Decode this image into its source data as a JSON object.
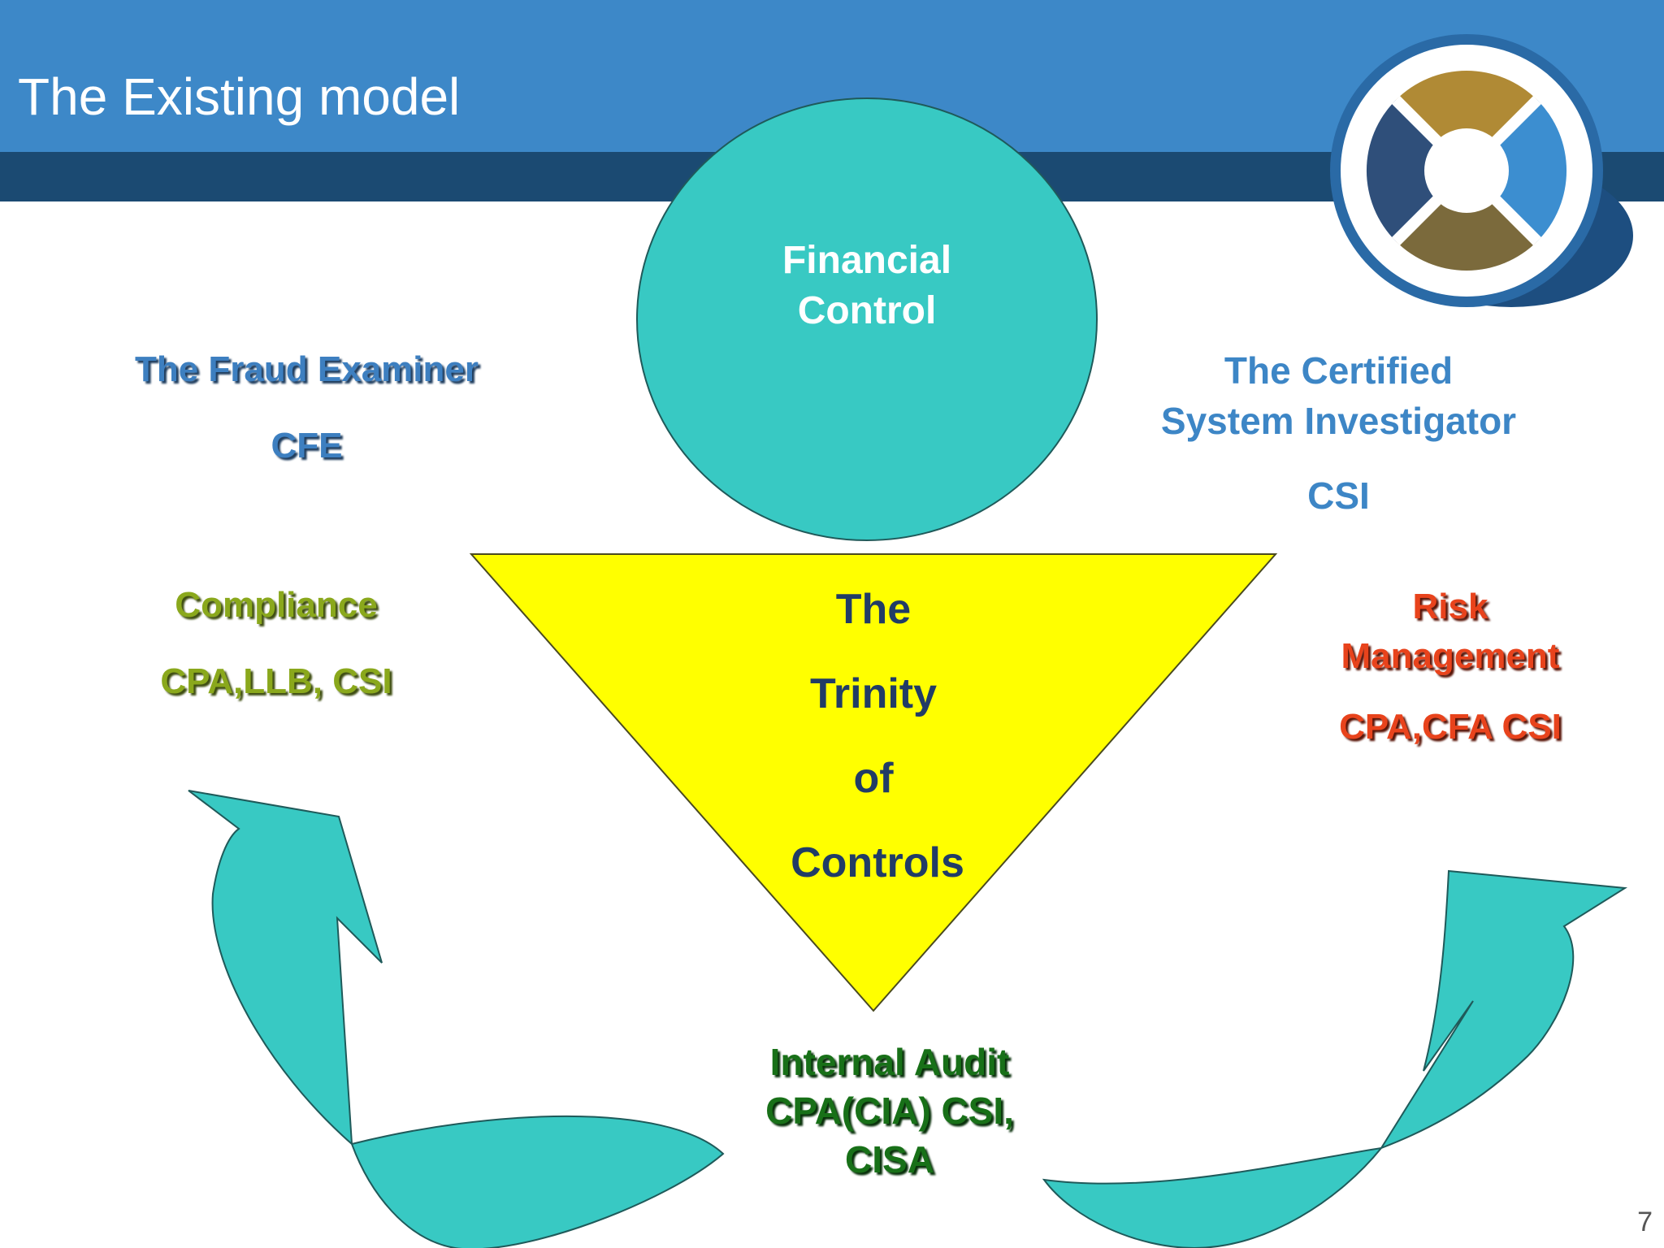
{
  "slide": {
    "title": "The Existing model",
    "page_number": "7"
  },
  "center": {
    "circle_line1": "Financial",
    "circle_line2": "Control",
    "triangle_line1": "The",
    "triangle_line2": "Trinity",
    "triangle_line3": "of",
    "triangle_line4": "Controls"
  },
  "fraud": {
    "line1": "The Fraud Examiner",
    "line2": "CFE"
  },
  "csi": {
    "line1": "The Certified",
    "line2": "System Investigator",
    "line3": "CSI"
  },
  "compliance": {
    "line1": "Compliance",
    "line2": "CPA,LLB, CSI"
  },
  "risk": {
    "line1": "Risk",
    "line2": "Management",
    "line3": "CPA,CFA CSI"
  },
  "audit": {
    "line1": "Internal Audit",
    "line2": "CPA(CIA) CSI,",
    "line3": "CISA"
  },
  "colors": {
    "header_blue": "#3d88c8",
    "header_dark": "#1b4a72",
    "teal": "#38c9c3",
    "yellow": "#ffff00"
  }
}
